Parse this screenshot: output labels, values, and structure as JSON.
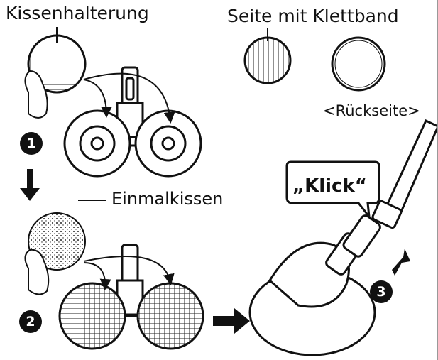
{
  "labels": {
    "pad_holder": "Kissenhalterung",
    "velcro_side": "Seite mit Klettband",
    "back_side": "<Rückseite>",
    "disposable_pad": "Einmalkissen",
    "click_sound": "„Klick“"
  },
  "steps": [
    "1",
    "2",
    "3"
  ],
  "colors": {
    "ink": "#111111",
    "paper": "#ffffff"
  }
}
